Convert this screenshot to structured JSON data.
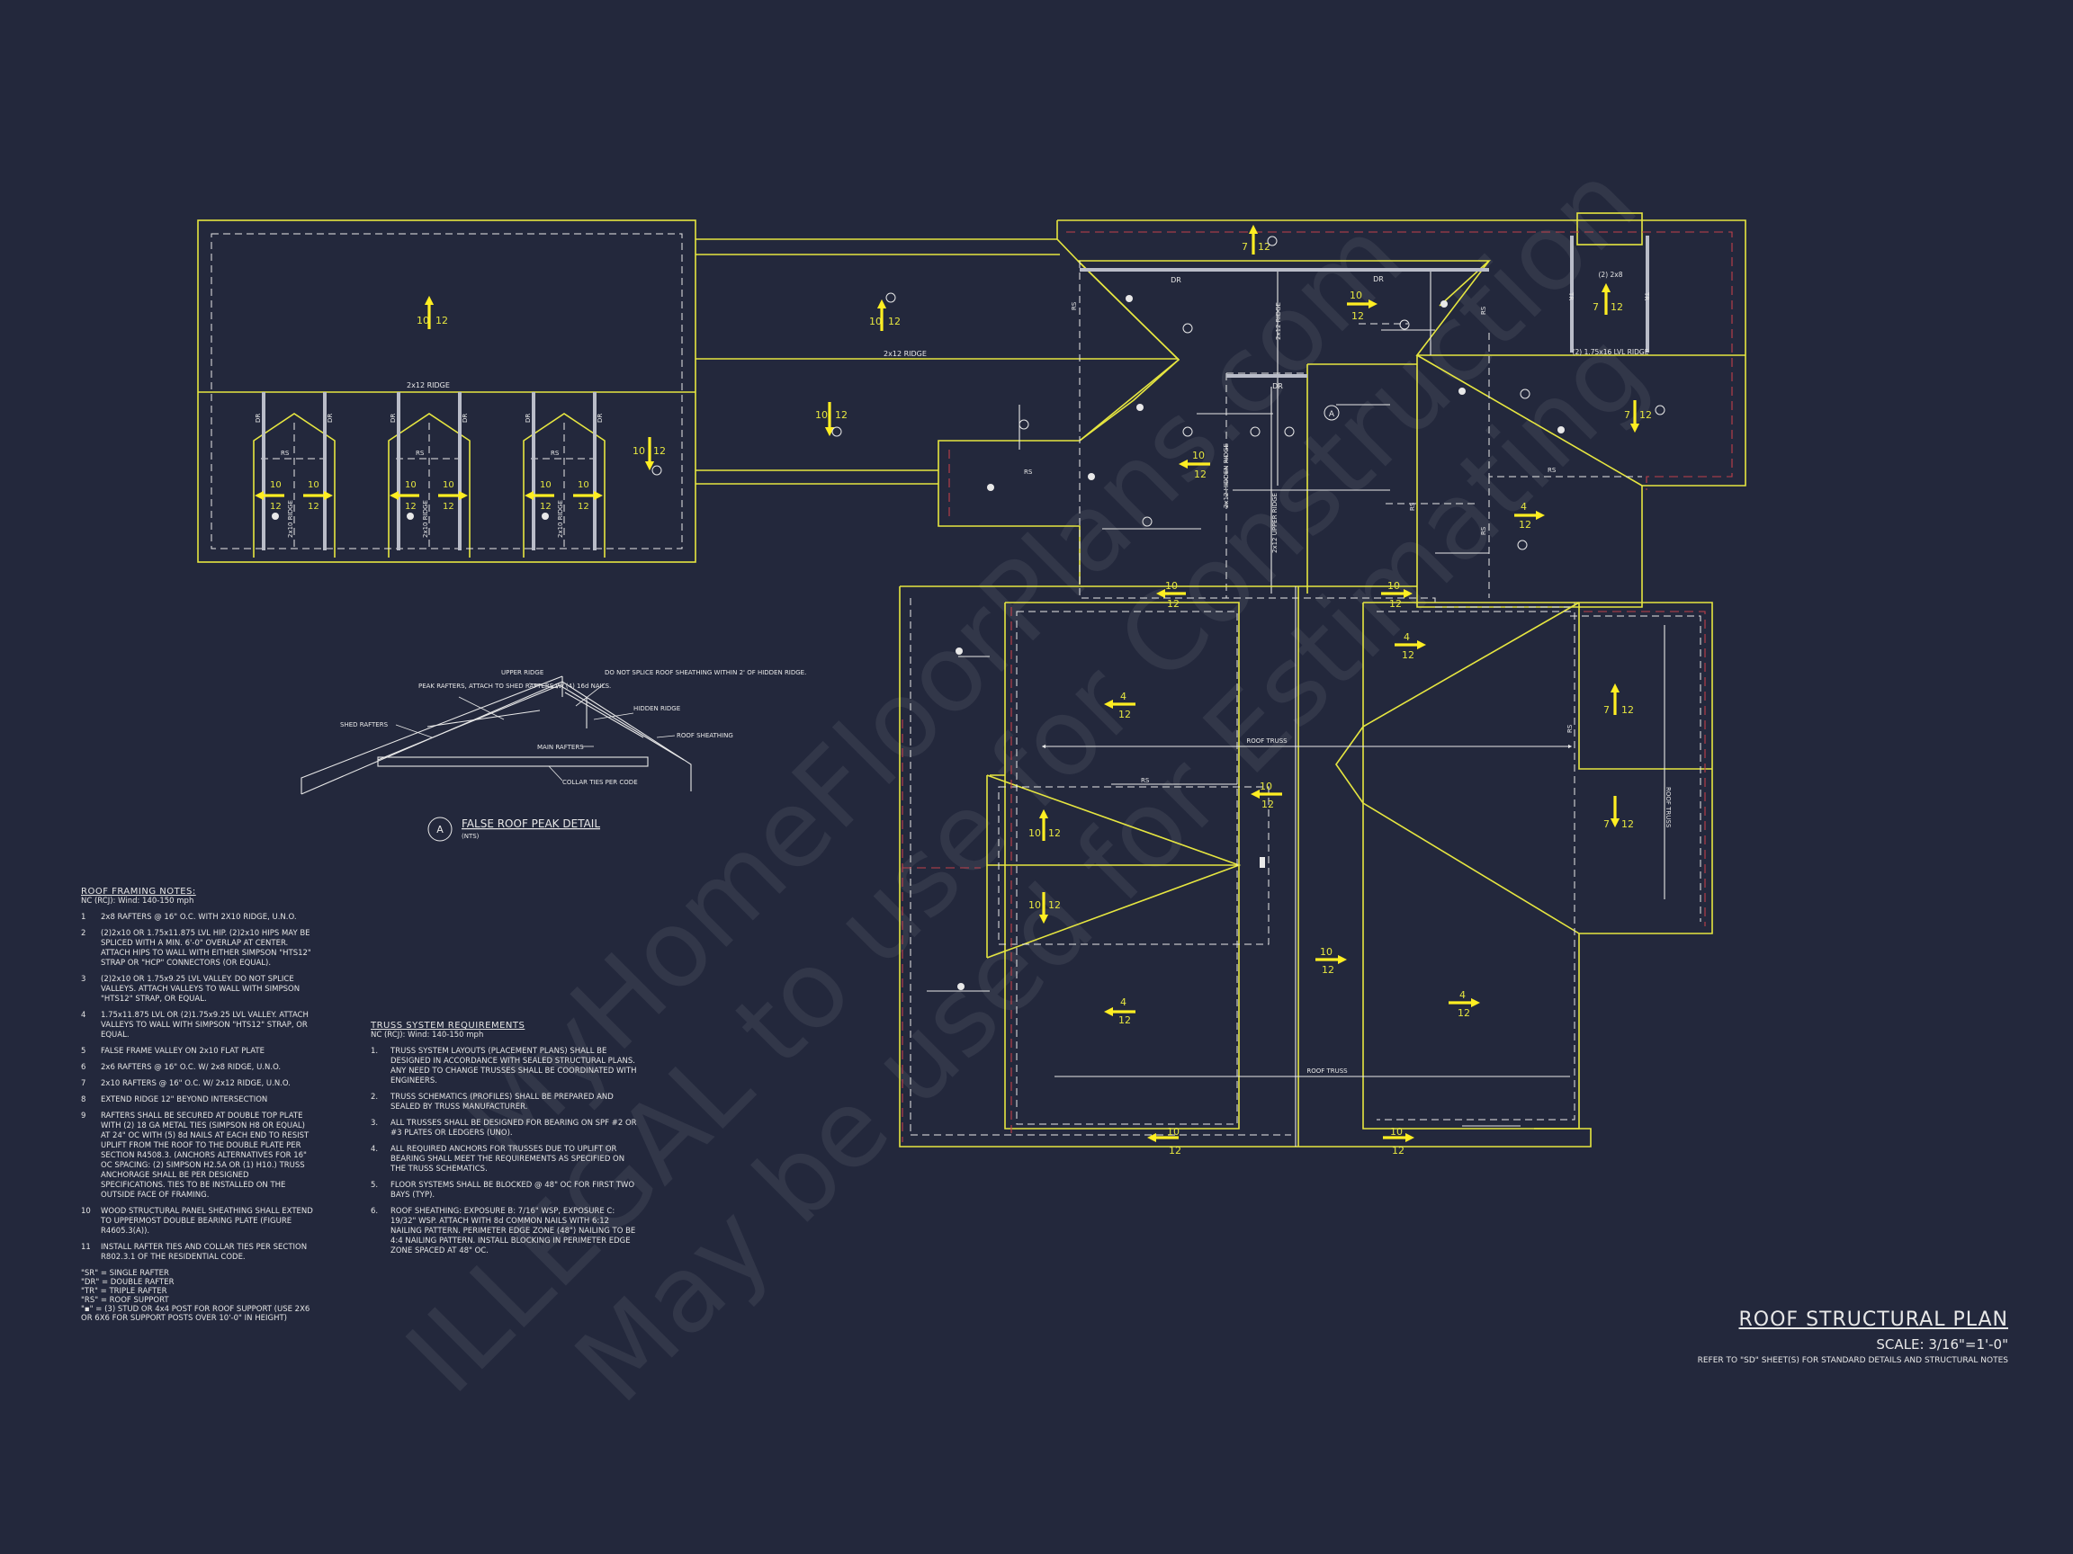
{
  "watermark": {
    "line1": "MyHomeFloorPlans.com",
    "line2": "ILLEGAL to use for Construction",
    "line3": "May be used for Estimating"
  },
  "labels": {
    "ridge_2x12": "2x12 RIDGE",
    "ridge_2x10": "2x10 RIDGE",
    "ridge_2x12_vert": "2x12 RIDGE",
    "hidden_ridge": "2x12 HIDDEN RIDGE",
    "upper_ridge": "2x12 UPPER RIDGE",
    "lvl_ridge": "(2) 1.75x16 LVL RIDGE",
    "rafter_2x8": "(2) 2x8",
    "dr": "DR",
    "rs": "RS",
    "tr": "TR",
    "roof_truss": "ROOF TRUSS",
    "section_marker": "A",
    "pitch_10": "10",
    "pitch_12": "12",
    "pitch_7": "7",
    "pitch_4": "4"
  },
  "detail": {
    "title": "FALSE ROOF PEAK DETAIL",
    "nts": "(NTS)",
    "marker": "A",
    "peak_rafters": "PEAK RAFTERS, ATTACH TO SHED RAFTERS W/ (4) 16d NAILS.",
    "upper_ridge": "UPPER RIDGE",
    "no_splice": "DO NOT SPLICE ROOF SHEATHING WITHIN 2' OF HIDDEN RIDGE.",
    "hidden_ridge": "HIDDEN RIDGE",
    "shed_rafters": "SHED RAFTERS",
    "roof_sheathing": "ROOF SHEATHING",
    "main_rafters": "MAIN RAFTERS",
    "collar_ties": "COLLAR TIES PER CODE"
  },
  "framing_notes": {
    "title": "ROOF FRAMING NOTES:",
    "subtitle": "NC (RCJ): Wind: 140-150 mph",
    "items": [
      {
        "num": "1",
        "text": "2x8 RAFTERS @ 16\" O.C. WITH 2X10 RIDGE, U.N.O."
      },
      {
        "num": "2",
        "text": "(2)2x10 OR 1.75x11.875 LVL HIP. (2)2x10 HIPS MAY BE SPLICED WITH A MIN. 6'-0\" OVERLAP AT CENTER. ATTACH HIPS TO WALL WITH EITHER SIMPSON \"HTS12\" STRAP OR \"HCP\" CONNECTORS (OR EQUAL)."
      },
      {
        "num": "3",
        "text": "(2)2x10 OR 1.75x9.25 LVL VALLEY. DO NOT SPLICE VALLEYS. ATTACH VALLEYS TO WALL WITH SIMPSON \"HTS12\" STRAP, OR EQUAL."
      },
      {
        "num": "4",
        "text": "1.75x11.875 LVL OR (2)1.75x9.25 LVL VALLEY. ATTACH VALLEYS TO WALL WITH SIMPSON \"HTS12\" STRAP, OR EQUAL."
      },
      {
        "num": "5",
        "text": "FALSE FRAME VALLEY ON 2x10 FLAT PLATE"
      },
      {
        "num": "6",
        "text": "2x6 RAFTERS @ 16\" O.C. W/ 2x8 RIDGE, U.N.O."
      },
      {
        "num": "7",
        "text": "2x10 RAFTERS @ 16\" O.C. W/ 2x12 RIDGE, U.N.O."
      },
      {
        "num": "8",
        "text": "EXTEND RIDGE 12\" BEYOND INTERSECTION"
      },
      {
        "num": "9",
        "text": "RAFTERS SHALL BE SECURED AT DOUBLE TOP PLATE WITH (2) 18 GA METAL TIES (SIMPSON H8 OR EQUAL) AT 24\" OC WITH (5) 8d NAILS AT EACH END TO RESIST UPLIFT FROM THE ROOF TO THE DOUBLE PLATE PER SECTION R4508.3. (ANCHORS ALTERNATIVES FOR 16\" OC SPACING: (2) SIMPSON H2.5A OR (1) H10.) TRUSS ANCHORAGE SHALL BE PER DESIGNED SPECIFICATIONS. TIES TO BE INSTALLED ON THE OUTSIDE FACE OF FRAMING."
      },
      {
        "num": "10",
        "text": "WOOD STRUCTURAL PANEL SHEATHING SHALL EXTEND TO UPPERMOST DOUBLE BEARING PLATE (FIGURE R4605.3(A))."
      },
      {
        "num": "11",
        "text": "INSTALL RAFTER TIES AND COLLAR TIES PER SECTION R802.3.1 OF THE RESIDENTIAL CODE."
      }
    ],
    "legend": [
      "\"SR\" = SINGLE RAFTER",
      "\"DR\" = DOUBLE RAFTER",
      "\"TR\" = TRIPLE RAFTER",
      "\"RS\" = ROOF SUPPORT",
      "\"▪\" = (3) STUD OR 4x4 POST FOR ROOF SUPPORT (USE 2X6 OR 6X6 FOR SUPPORT POSTS OVER 10'-0\" IN HEIGHT)"
    ]
  },
  "truss_requirements": {
    "title": "TRUSS SYSTEM REQUIREMENTS",
    "subtitle": "NC (RCJ): Wind: 140-150 mph",
    "items": [
      {
        "num": "1.",
        "text": "TRUSS SYSTEM LAYOUTS (PLACEMENT PLANS) SHALL BE DESIGNED IN ACCORDANCE WITH SEALED STRUCTURAL PLANS. ANY NEED TO CHANGE TRUSSES SHALL BE COORDINATED WITH ENGINEERS."
      },
      {
        "num": "2.",
        "text": "TRUSS SCHEMATICS (PROFILES) SHALL BE PREPARED AND SEALED BY TRUSS MANUFACTURER."
      },
      {
        "num": "3.",
        "text": "ALL TRUSSES SHALL BE DESIGNED FOR BEARING ON SPF #2 OR #3 PLATES OR LEDGERS (UNO)."
      },
      {
        "num": "4.",
        "text": "ALL REQUIRED ANCHORS FOR TRUSSES DUE TO UPLIFT OR BEARING SHALL MEET THE REQUIREMENTS AS SPECIFIED ON THE TRUSS SCHEMATICS."
      },
      {
        "num": "5.",
        "text": "FLOOR SYSTEMS SHALL BE BLOCKED @ 48\" OC FOR FIRST TWO BAYS (TYP)."
      },
      {
        "num": "6.",
        "text": "ROOF SHEATHING: EXPOSURE B: 7/16\" WSP, EXPOSURE C: 19/32\" WSP. ATTACH WITH 8d COMMON NAILS WITH 6:12 NAILING PATTERN. PERIMETER EDGE ZONE (48\") NAILING TO BE 4:4 NAILING PATTERN. INSTALL BLOCKING IN PERIMETER EDGE ZONE SPACED AT 48\" OC."
      }
    ]
  },
  "title_block": {
    "title": "ROOF STRUCTURAL PLAN",
    "scale": "SCALE: 3/16\"=1'-0\"",
    "refer": "REFER TO \"SD\" SHEET(S) FOR STANDARD DETAILS AND STRUCTURAL NOTES"
  },
  "colors": {
    "background": "#23283c",
    "outline": "#e6e640",
    "line": "#e8e8e8",
    "accent_red": "#c0404a"
  }
}
